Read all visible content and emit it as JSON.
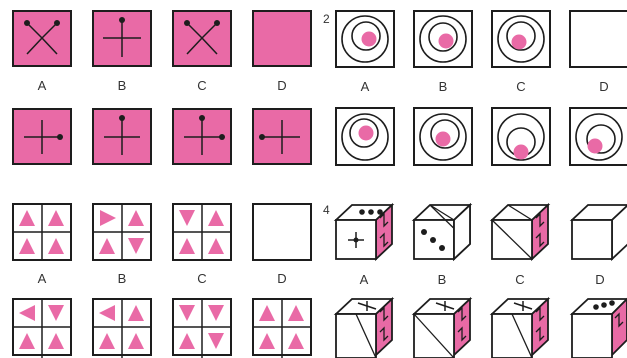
{
  "colors": {
    "pink": "#e96aa6",
    "ink": "#1d1d1d",
    "paper": "#ffffff",
    "cube_side": "#e86aa5"
  },
  "problems": {
    "p2": {
      "number": "2"
    },
    "p4": {
      "number": "4"
    }
  },
  "option_labels": [
    "A",
    "B",
    "C",
    "D"
  ]
}
